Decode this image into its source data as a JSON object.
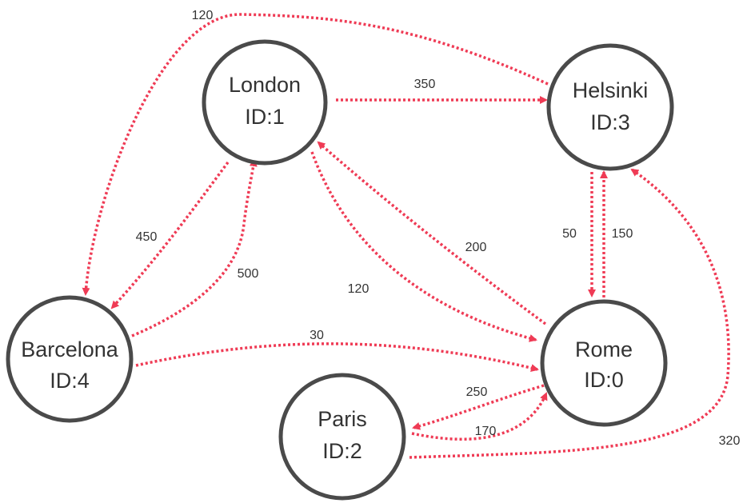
{
  "colors": {
    "edge": "#ef3b55",
    "node_stroke": "#4a4a4a",
    "text": "#333333"
  },
  "nodes": [
    {
      "key": "london",
      "name": "London",
      "id_label": "ID:1"
    },
    {
      "key": "helsinki",
      "name": "Helsinki",
      "id_label": "ID:3"
    },
    {
      "key": "barcelona",
      "name": "Barcelona",
      "id_label": "ID:4"
    },
    {
      "key": "rome",
      "name": "Rome",
      "id_label": "ID:0"
    },
    {
      "key": "paris",
      "name": "Paris",
      "id_label": "ID:2"
    }
  ],
  "edges": [
    {
      "key": "helsinki-barcelona",
      "from": "Helsinki",
      "to": "Barcelona",
      "weight": "120"
    },
    {
      "key": "london-helsinki",
      "from": "London",
      "to": "Helsinki",
      "weight": "350"
    },
    {
      "key": "london-barcelona",
      "from": "London",
      "to": "Barcelona",
      "weight": "450"
    },
    {
      "key": "barcelona-london",
      "from": "Barcelona",
      "to": "London",
      "weight": "500"
    },
    {
      "key": "london-rome",
      "from": "London",
      "to": "Rome",
      "weight": "120"
    },
    {
      "key": "rome-london",
      "from": "Rome",
      "to": "London",
      "weight": "200"
    },
    {
      "key": "helsinki-rome",
      "from": "Helsinki",
      "to": "Rome",
      "weight": "50"
    },
    {
      "key": "rome-helsinki",
      "from": "Rome",
      "to": "Helsinki",
      "weight": "150"
    },
    {
      "key": "barcelona-rome",
      "from": "Barcelona",
      "to": "Rome",
      "weight": "30"
    },
    {
      "key": "rome-paris",
      "from": "Rome",
      "to": "Paris",
      "weight": "250"
    },
    {
      "key": "paris-rome",
      "from": "Paris",
      "to": "Rome",
      "weight": "170"
    },
    {
      "key": "paris-helsinki",
      "from": "Paris",
      "to": "Helsinki",
      "weight": "320"
    }
  ]
}
